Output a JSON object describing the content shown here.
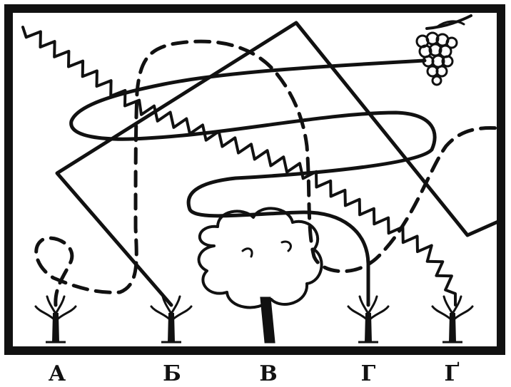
{
  "colors": {
    "ink": "#111111",
    "background": "#ffffff"
  },
  "diagram": {
    "kind": "tangled-lines-puzzle",
    "start_object": "grape-cluster-icon",
    "end_plants": [
      "sprout-icon",
      "sprout-icon",
      "tree-icon",
      "sprout-icon",
      "sprout-icon"
    ],
    "labels": [
      "А",
      "Б",
      "В",
      "Г",
      "Ґ"
    ]
  }
}
